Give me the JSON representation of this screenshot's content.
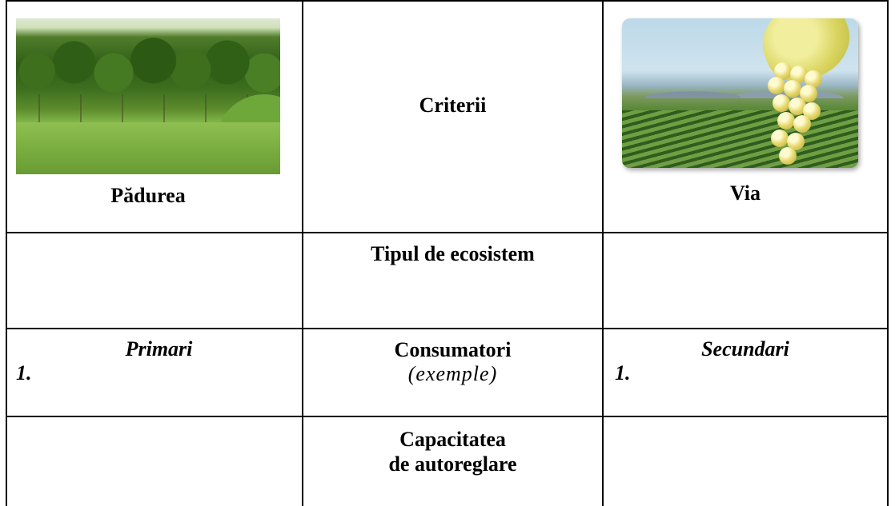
{
  "header": {
    "left_label": "Pădurea",
    "center_label": "Criterii",
    "right_label": "Via"
  },
  "rows": {
    "ecosystem": {
      "label": "Tipul de ecosistem"
    },
    "consumers": {
      "label": "Consumatori",
      "sublabel": "(exemple)",
      "left_heading": "Primari",
      "left_item": "1.",
      "right_heading": "Secundari",
      "right_item": "1."
    },
    "regulation": {
      "label_line1": "Capacitatea",
      "label_line2": "de autoreglare"
    }
  },
  "images": {
    "left": "forest-meadow-photo",
    "right": "vineyard-grapes-photo"
  }
}
